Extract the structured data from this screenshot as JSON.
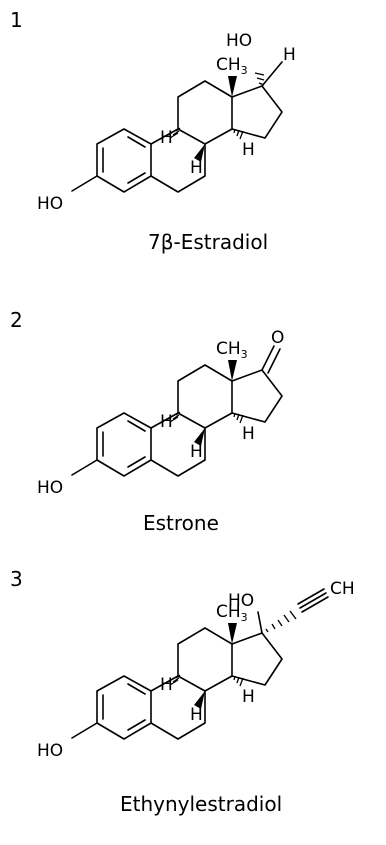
{
  "molecules": [
    {
      "number": "1",
      "name": "7β-Estradiol",
      "labels": {
        "ho": "HO",
        "ch3": "CH",
        "ch3_sub": "3",
        "oh": "HO",
        "h": "H"
      }
    },
    {
      "number": "2",
      "name": "Estrone",
      "labels": {
        "ho": "HO",
        "ch3": "CH",
        "ch3_sub": "3",
        "o": "O",
        "h": "H"
      }
    },
    {
      "number": "3",
      "name": "Ethynylestradiol",
      "labels": {
        "ho": "HO",
        "ch3": "CH",
        "ch3_sub": "3",
        "oh": "HO",
        "ch": "CH",
        "h": "H"
      }
    }
  ]
}
